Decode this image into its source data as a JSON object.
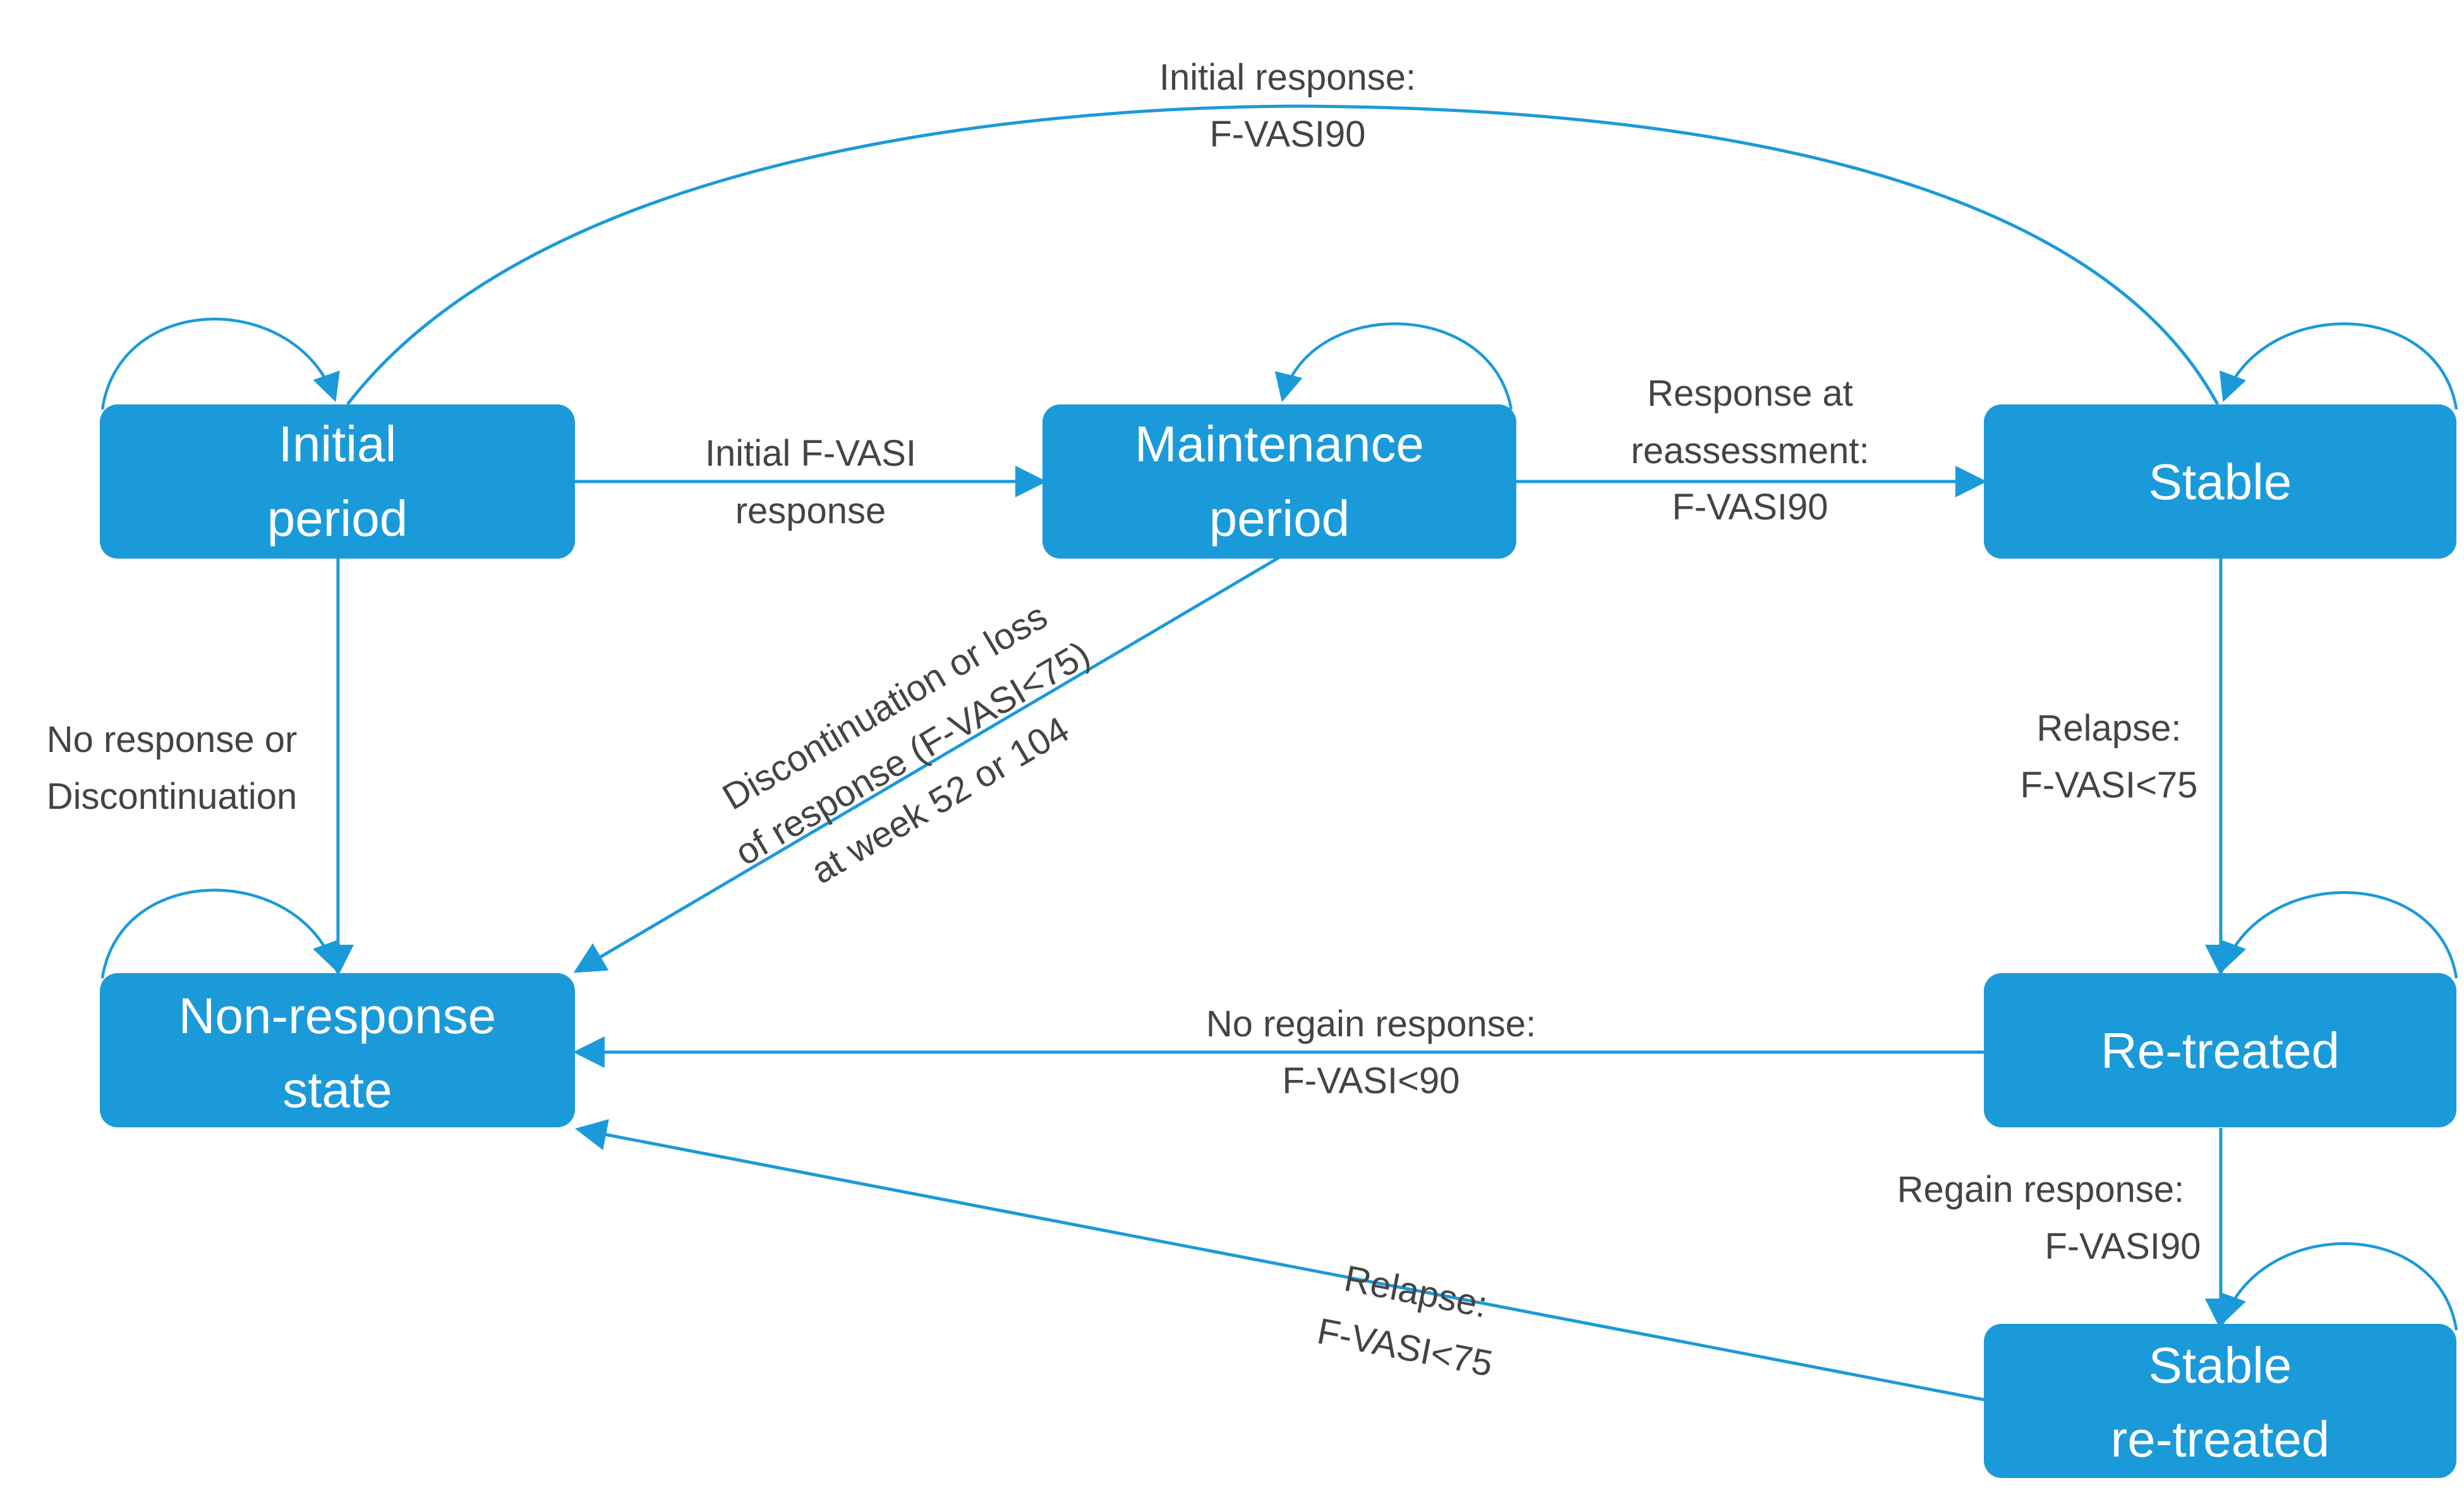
{
  "nodes": {
    "initial": [
      "Initial",
      "period"
    ],
    "maintenance": [
      "Maintenance",
      "period"
    ],
    "stable": [
      "Stable"
    ],
    "nonresponse": [
      "Non-response",
      "state"
    ],
    "retreated": [
      "Re-treated"
    ],
    "stable_retreated": [
      "Stable",
      "re-treated"
    ]
  },
  "edges": {
    "initial_to_stable": [
      "Initial response:",
      "F-VASI90"
    ],
    "initial_to_maintenance": [
      "Initial F-VASI",
      "response"
    ],
    "maintenance_to_stable": [
      "Response at",
      "reassessment:",
      "F-VASI90"
    ],
    "initial_to_nonresponse": [
      "No response or",
      "Discontinuation"
    ],
    "maintenance_to_nonresponse": [
      "Discontinuation or loss",
      "of response (F-VASI<75)",
      "at week 52 or 104"
    ],
    "stable_to_retreated": [
      "Relapse:",
      "F-VASI<75"
    ],
    "retreated_to_nonresponse": [
      "No regain response:",
      "F-VASI<90"
    ],
    "retreated_to_stable_retreated": [
      "Regain response:",
      "F-VASI90"
    ],
    "stable_retreated_to_nonresponse": [
      "Relapse:",
      "F-VASI<75"
    ]
  },
  "colors": {
    "node_fill": "#1b9ad9",
    "edge_stroke": "#1b9ad9",
    "node_text": "#ffffff",
    "label_text": "#444444"
  }
}
